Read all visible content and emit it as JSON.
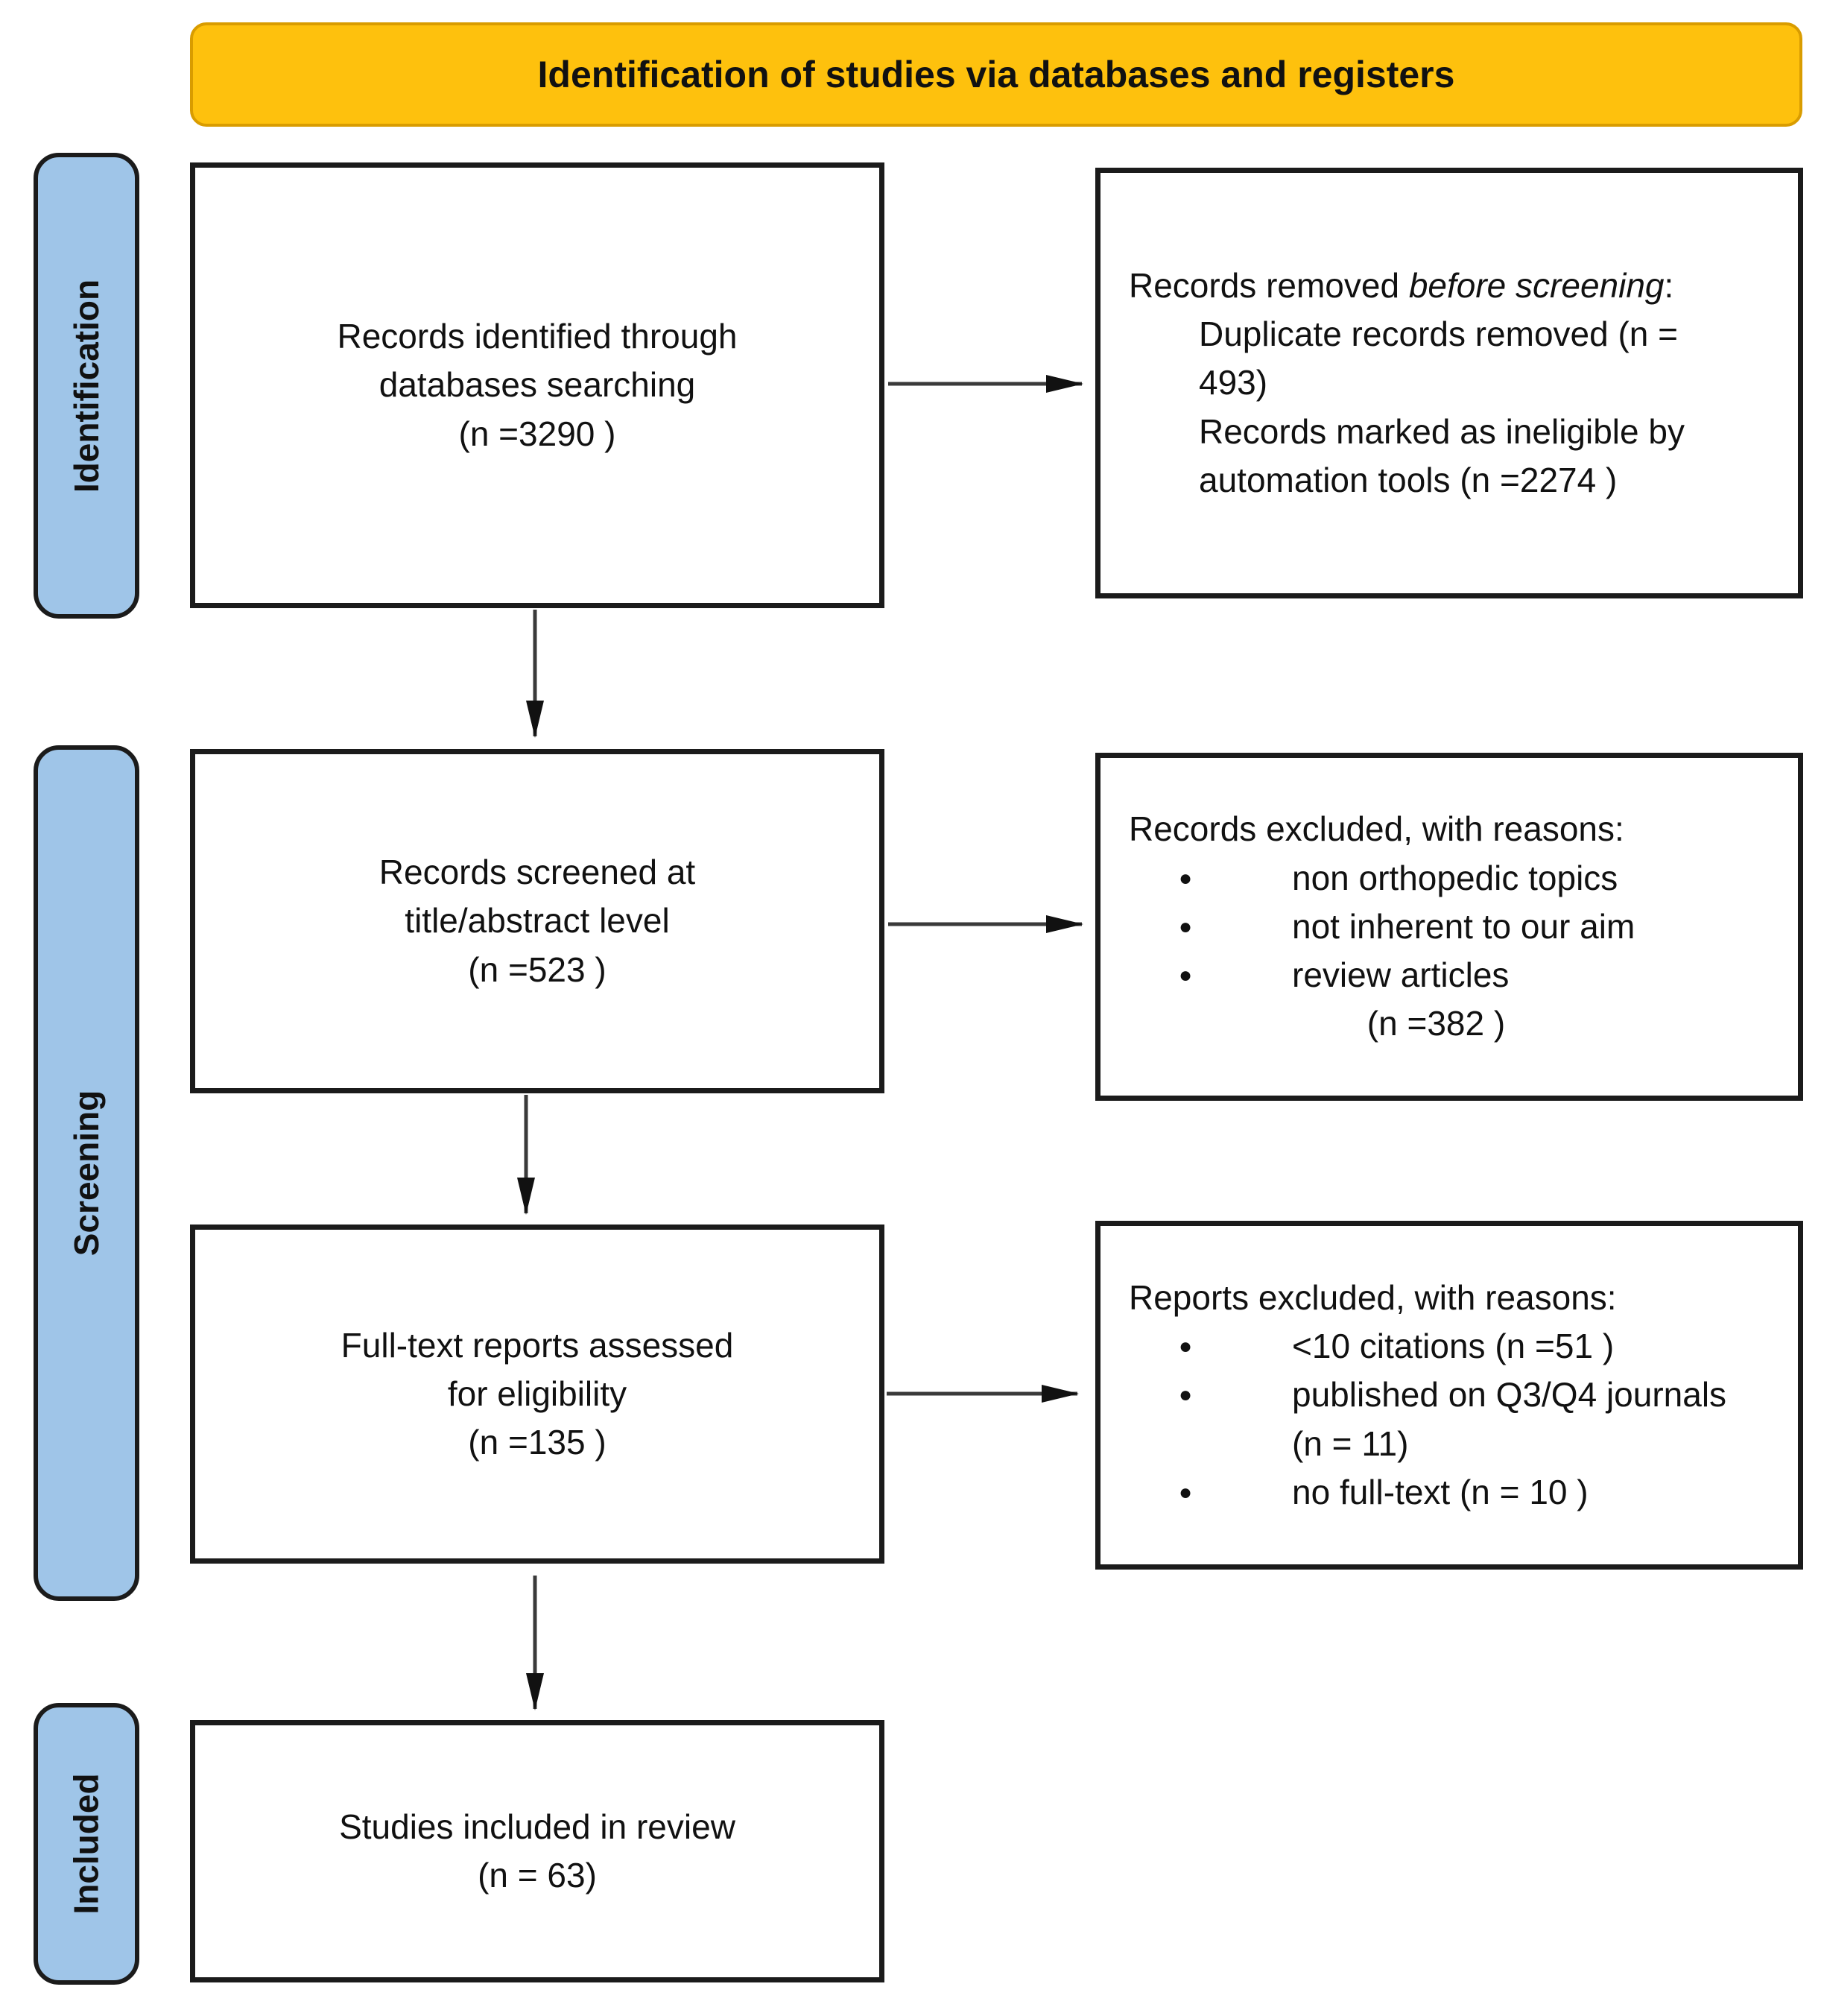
{
  "banner": {
    "title": "Identification of studies via databases and registers",
    "bg_color": "#FEC10D"
  },
  "sidebar": {
    "bg_color": "#9FC5E8",
    "labels": [
      {
        "label": "Identification"
      },
      {
        "label": "Screening"
      },
      {
        "label": "Included"
      }
    ]
  },
  "flow": {
    "box1": {
      "line1": "Records identified through",
      "line2": "databases searching",
      "count": "(n =3290 )"
    },
    "box2": {
      "line1": "Records screened at",
      "line2": "title/abstract level",
      "count": "(n =523 )"
    },
    "box3": {
      "line1": "Full-text reports assessed",
      "line2": "for eligibility",
      "count": "(n =135 )"
    },
    "box4": {
      "line1": "Studies included in review",
      "count": "(n = 63)"
    }
  },
  "exclusions": {
    "box1": {
      "title_prefix": "Records removed ",
      "title_italic": "before screening",
      "title_suffix": ":",
      "items": [
        "Duplicate records removed  (n = 493)",
        "Records marked as ineligible by automation tools (n =2274 )"
      ]
    },
    "box2": {
      "title": "Records excluded, with reasons:",
      "bullets": [
        "non orthopedic topics",
        "not inherent to our aim",
        "review articles"
      ],
      "count": "(n =382 )"
    },
    "box3": {
      "title": "Reports excluded, with reasons:",
      "bullets": [
        "<10 citations (n =51 )",
        "published on Q3/Q4 journals (n = 11)",
        "no full-text (n = 10 )"
      ]
    }
  }
}
